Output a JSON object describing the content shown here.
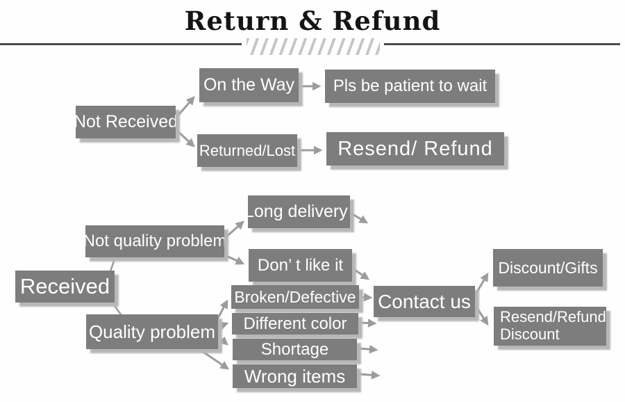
{
  "title": {
    "text": "Return & Refund"
  },
  "nodes": {
    "not_received": {
      "label": "Not Received"
    },
    "on_the_way": {
      "label": "On the Way"
    },
    "pls_wait": {
      "label": "Pls be patient to wait"
    },
    "returned_lost": {
      "label": "Returned/Lost"
    },
    "resend_refund": {
      "label": "Resend/ Refund"
    },
    "received": {
      "label": "Received"
    },
    "not_quality": {
      "label": "Not quality problem"
    },
    "long_delivery": {
      "label": "Long delivery"
    },
    "dont_like": {
      "label": "Don’ t like it"
    },
    "quality_problem": {
      "label": "Quality problem"
    },
    "broken": {
      "label": "Broken/Defective"
    },
    "different_color": {
      "label": "Different color"
    },
    "shortage": {
      "label": "Shortage"
    },
    "wrong_items": {
      "label": "Wrong items"
    },
    "contact_us": {
      "label": "Contact us"
    },
    "discount_gifts": {
      "label": "Discount/Gifts"
    },
    "resend_refund_discount": {
      "line1": "Resend/Refund/",
      "line2": "Discount"
    }
  },
  "colors": {
    "box_fill": "#7d7d7d",
    "box_text": "#ffffff",
    "box_shadow": "#b7b7b7",
    "arrow": "#9c9c9c",
    "title_text": "#141414",
    "rule": "#4b4b4b",
    "hatch": "#c6c6c6",
    "background": "#fefefe"
  }
}
